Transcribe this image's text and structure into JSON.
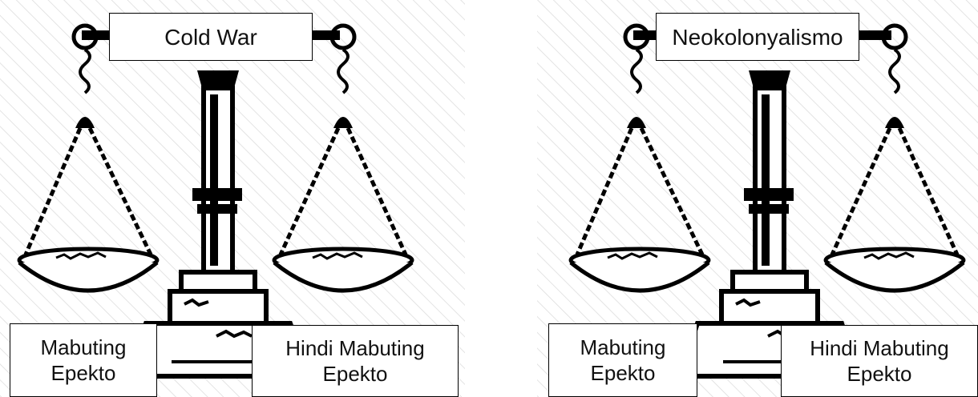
{
  "scales": [
    {
      "title": "Cold War",
      "left_pan": {
        "line1": "Mabuting",
        "line2": "Epekto"
      },
      "right_pan": {
        "line1": "Hindi Mabuting",
        "line2": "Epekto"
      }
    },
    {
      "title": "Neokolonyalismo",
      "left_pan": {
        "line1": "Mabuting",
        "line2": "Epekto"
      },
      "right_pan": {
        "line1": "Hindi Mabuting",
        "line2": "Epekto"
      }
    }
  ],
  "colors": {
    "ink": "#000000",
    "hatch": "#d9d9d9",
    "box": "#ffffff"
  },
  "icons": [
    "balance-scale-illustration"
  ]
}
